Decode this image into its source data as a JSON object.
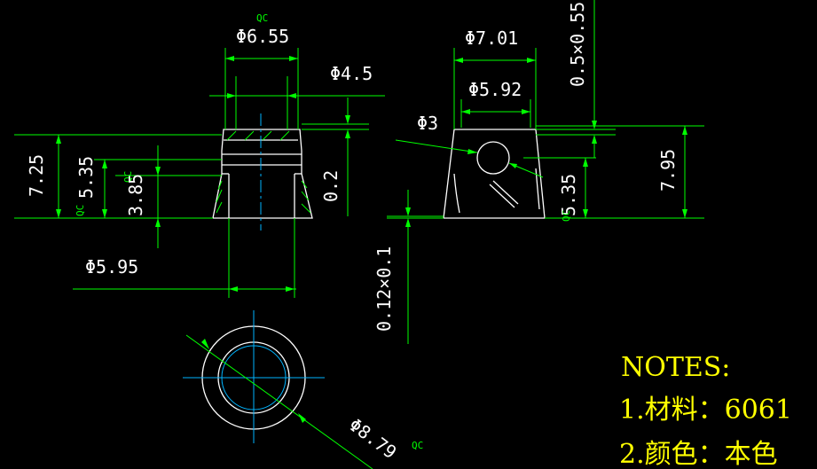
{
  "drawing": {
    "dimensions": {
      "d655": "Φ6.55",
      "d45": "Φ4.5",
      "d595": "Φ5.95",
      "d701": "Φ7.01",
      "d592": "Φ5.92",
      "d3": "Φ3",
      "d879": "Φ8.79",
      "h725": "7.25",
      "h535_left": "5.35",
      "h385": "3.85",
      "h02": "0.2",
      "h012": "0.12×0.1",
      "h05": "0.5×0.55",
      "h535_right": "5.35",
      "h795": "7.95"
    },
    "qc_tags": {
      "top_center": "QC",
      "left_upper": "QC",
      "left_lower": "QC",
      "right_lower": "QC",
      "bottom": "QC"
    },
    "notes": {
      "title": "NOTES:",
      "line1": "1.材料：6061",
      "line2": "2.颜色：本色"
    },
    "colors": {
      "background": "#000000",
      "dimension_lines": "#00ff00",
      "outline": "#ffffff",
      "center_lines": "#00b4ff",
      "notes_text": "#ffff00"
    }
  }
}
